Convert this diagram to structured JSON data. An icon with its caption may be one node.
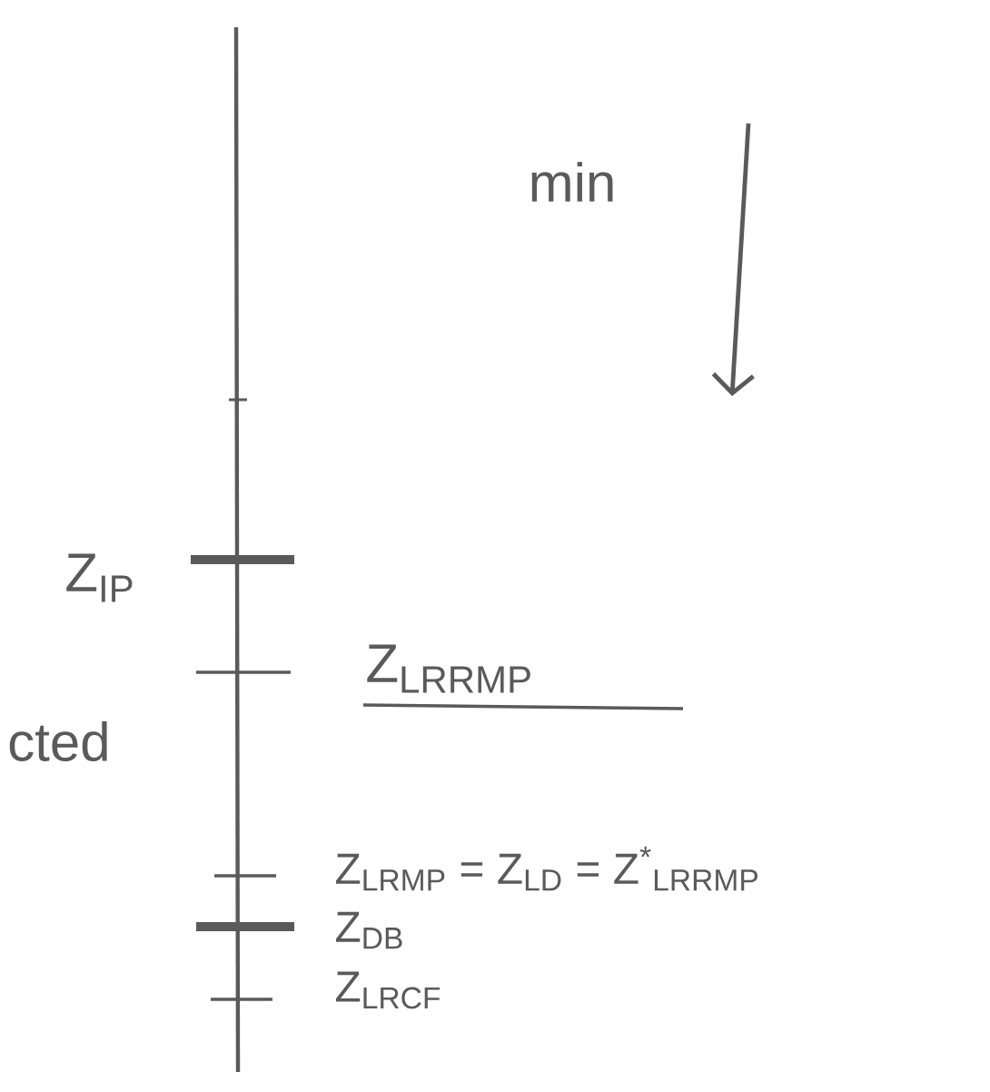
{
  "diagram": {
    "labels": [
      "min",
      "Z$_{IP}$",
      "Z$_{LRRMP}$",
      "cted",
      "Z$_{LRMP}$ = Z$_{LD}$ = Z$^{*}$$_{LRRMP}$",
      "Z$_{DB}$",
      "Z$_{LRCF}$"
    ]
  }
}
